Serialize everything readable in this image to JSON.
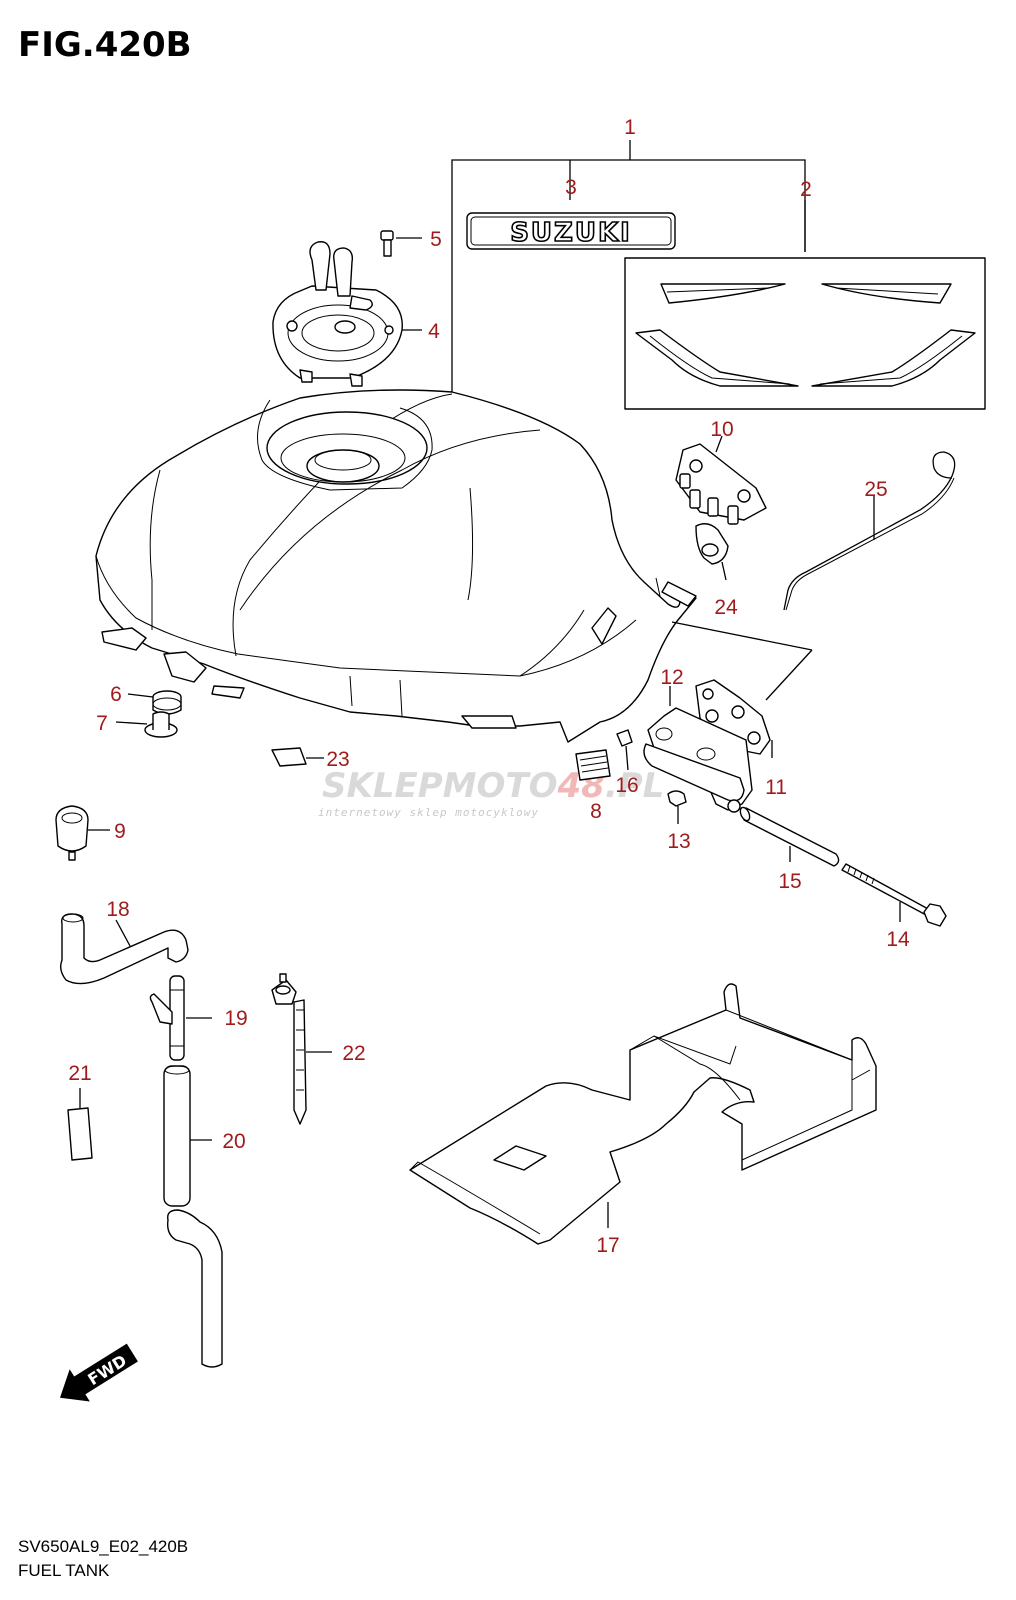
{
  "figure": {
    "title": "FIG.420B",
    "code": "SV650AL9_E02_420B",
    "name": "FUEL TANK"
  },
  "logo": {
    "text": "SUZUKI"
  },
  "fwd": {
    "text": "FWD"
  },
  "watermark": {
    "brand_a": "SKLEPMOTO",
    "brand_b": "48",
    "brand_c": ".PL",
    "tagline": "internetowy sklep motocyklowy"
  },
  "callouts": [
    {
      "id": "1"
    },
    {
      "id": "2"
    },
    {
      "id": "3"
    },
    {
      "id": "4"
    },
    {
      "id": "5"
    },
    {
      "id": "6"
    },
    {
      "id": "7"
    },
    {
      "id": "8"
    },
    {
      "id": "9"
    },
    {
      "id": "10"
    },
    {
      "id": "11"
    },
    {
      "id": "12"
    },
    {
      "id": "13"
    },
    {
      "id": "14"
    },
    {
      "id": "15"
    },
    {
      "id": "16"
    },
    {
      "id": "17"
    },
    {
      "id": "18"
    },
    {
      "id": "19"
    },
    {
      "id": "20"
    },
    {
      "id": "21"
    },
    {
      "id": "22"
    },
    {
      "id": "23"
    },
    {
      "id": "24"
    },
    {
      "id": "25"
    }
  ],
  "colors": {
    "callout": "#a01c1c",
    "line": "#000000",
    "background": "#ffffff"
  }
}
